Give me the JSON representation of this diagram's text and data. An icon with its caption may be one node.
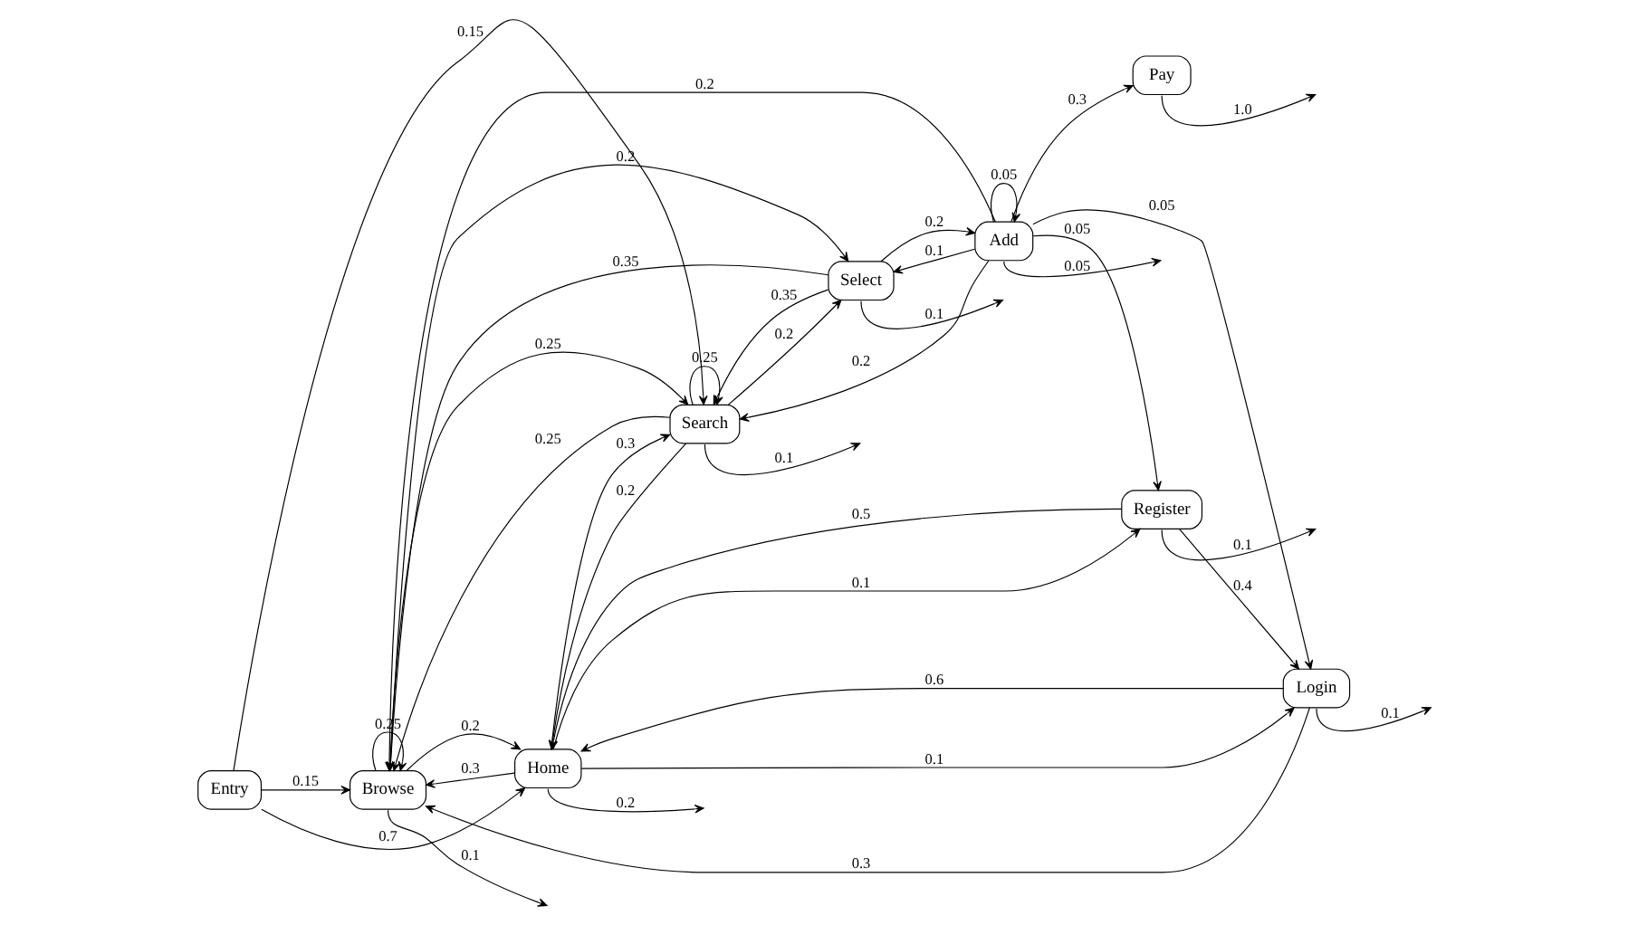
{
  "diagram": {
    "nodes": [
      {
        "text": [
          "Browse"
        ]
      },
      {
        "text": [
          "Pay"
        ]
      },
      {
        "text": [
          "Entry"
        ]
      },
      {
        "text": [
          "Home"
        ]
      },
      {
        "text": [
          "Login"
        ]
      },
      {
        "text": [
          "Add"
        ]
      },
      {
        "text": [
          "Select"
        ]
      },
      {
        "text": [
          "Register"
        ]
      },
      {
        "text": [
          "Search"
        ]
      }
    ],
    "edges": [
      {
        "from": 2,
        "to": 0,
        "arrow": "to",
        "label": "0.15"
      },
      {
        "from": 2,
        "to": 3,
        "arrow": "to",
        "label": "0.7"
      },
      {
        "from": 2,
        "to": 8,
        "arrow": "to",
        "label": "0.15"
      },
      {
        "from": 0,
        "to": 0,
        "arrow": "to",
        "label": "0.25"
      },
      {
        "from": 0,
        "to": 3,
        "arrow": "to",
        "label": "0.2"
      },
      {
        "from": 3,
        "to": 0,
        "arrow": "to",
        "label": "0.3"
      },
      {
        "from": 0,
        "to": null,
        "arrow": "to",
        "label": "0.1"
      },
      {
        "from": 0,
        "to": 6,
        "arrow": "to",
        "label": "0.2"
      },
      {
        "from": 0,
        "to": 8,
        "arrow": "to",
        "label": "0.25"
      },
      {
        "from": 3,
        "to": 4,
        "arrow": "to",
        "label": "0.1"
      },
      {
        "from": 4,
        "to": 3,
        "arrow": "to",
        "label": "0.6"
      },
      {
        "from": 3,
        "to": null,
        "arrow": "to",
        "label": "0.2"
      },
      {
        "from": 3,
        "to": 8,
        "arrow": "to",
        "label": "0.3"
      },
      {
        "from": 8,
        "to": 3,
        "arrow": "to",
        "label": "0.2"
      },
      {
        "from": 3,
        "to": 7,
        "arrow": "to",
        "label": "0.1"
      },
      {
        "from": 7,
        "to": 3,
        "arrow": "to",
        "label": "0.5"
      },
      {
        "from": 4,
        "to": 0,
        "arrow": "to",
        "label": "0.3"
      },
      {
        "from": 4,
        "to": null,
        "arrow": "to",
        "label": "0.1"
      },
      {
        "from": 7,
        "to": 4,
        "arrow": "to",
        "label": "0.4"
      },
      {
        "from": 7,
        "to": null,
        "arrow": "to",
        "label": "0.1"
      },
      {
        "from": 1,
        "to": null,
        "arrow": "to",
        "label": "1.0"
      },
      {
        "from": 5,
        "to": 1,
        "arrow": "to",
        "label": "0.3"
      },
      {
        "from": 5,
        "to": 0,
        "arrow": "to",
        "label": "0.2"
      },
      {
        "from": 5,
        "to": 4,
        "arrow": "to",
        "label": "0.05"
      },
      {
        "from": 5,
        "to": 6,
        "arrow": "to",
        "label": "0.1"
      },
      {
        "from": 5,
        "to": 7,
        "arrow": "to",
        "label": "0.05"
      },
      {
        "from": 5,
        "to": 5,
        "arrow": "to",
        "label": "0.05"
      },
      {
        "from": 5,
        "to": null,
        "arrow": "to",
        "label": "0.05"
      },
      {
        "from": 5,
        "to": 8,
        "arrow": "to",
        "label": "0.2"
      },
      {
        "from": 6,
        "to": 0,
        "arrow": "to",
        "label": "0.35"
      },
      {
        "from": 6,
        "to": 5,
        "arrow": "to",
        "label": "0.2"
      },
      {
        "from": 6,
        "to": null,
        "arrow": "to",
        "label": "0.1"
      },
      {
        "from": 6,
        "to": 8,
        "arrow": "to",
        "label": "0.35"
      },
      {
        "from": 8,
        "to": 6,
        "arrow": "to",
        "label": "0.2"
      },
      {
        "from": 8,
        "to": 0,
        "arrow": "to",
        "label": "0.25"
      },
      {
        "from": 8,
        "to": 8,
        "arrow": "to",
        "label": "0.25"
      },
      {
        "from": 8,
        "to": null,
        "arrow": "to",
        "label": "0.1"
      }
    ]
  }
}
